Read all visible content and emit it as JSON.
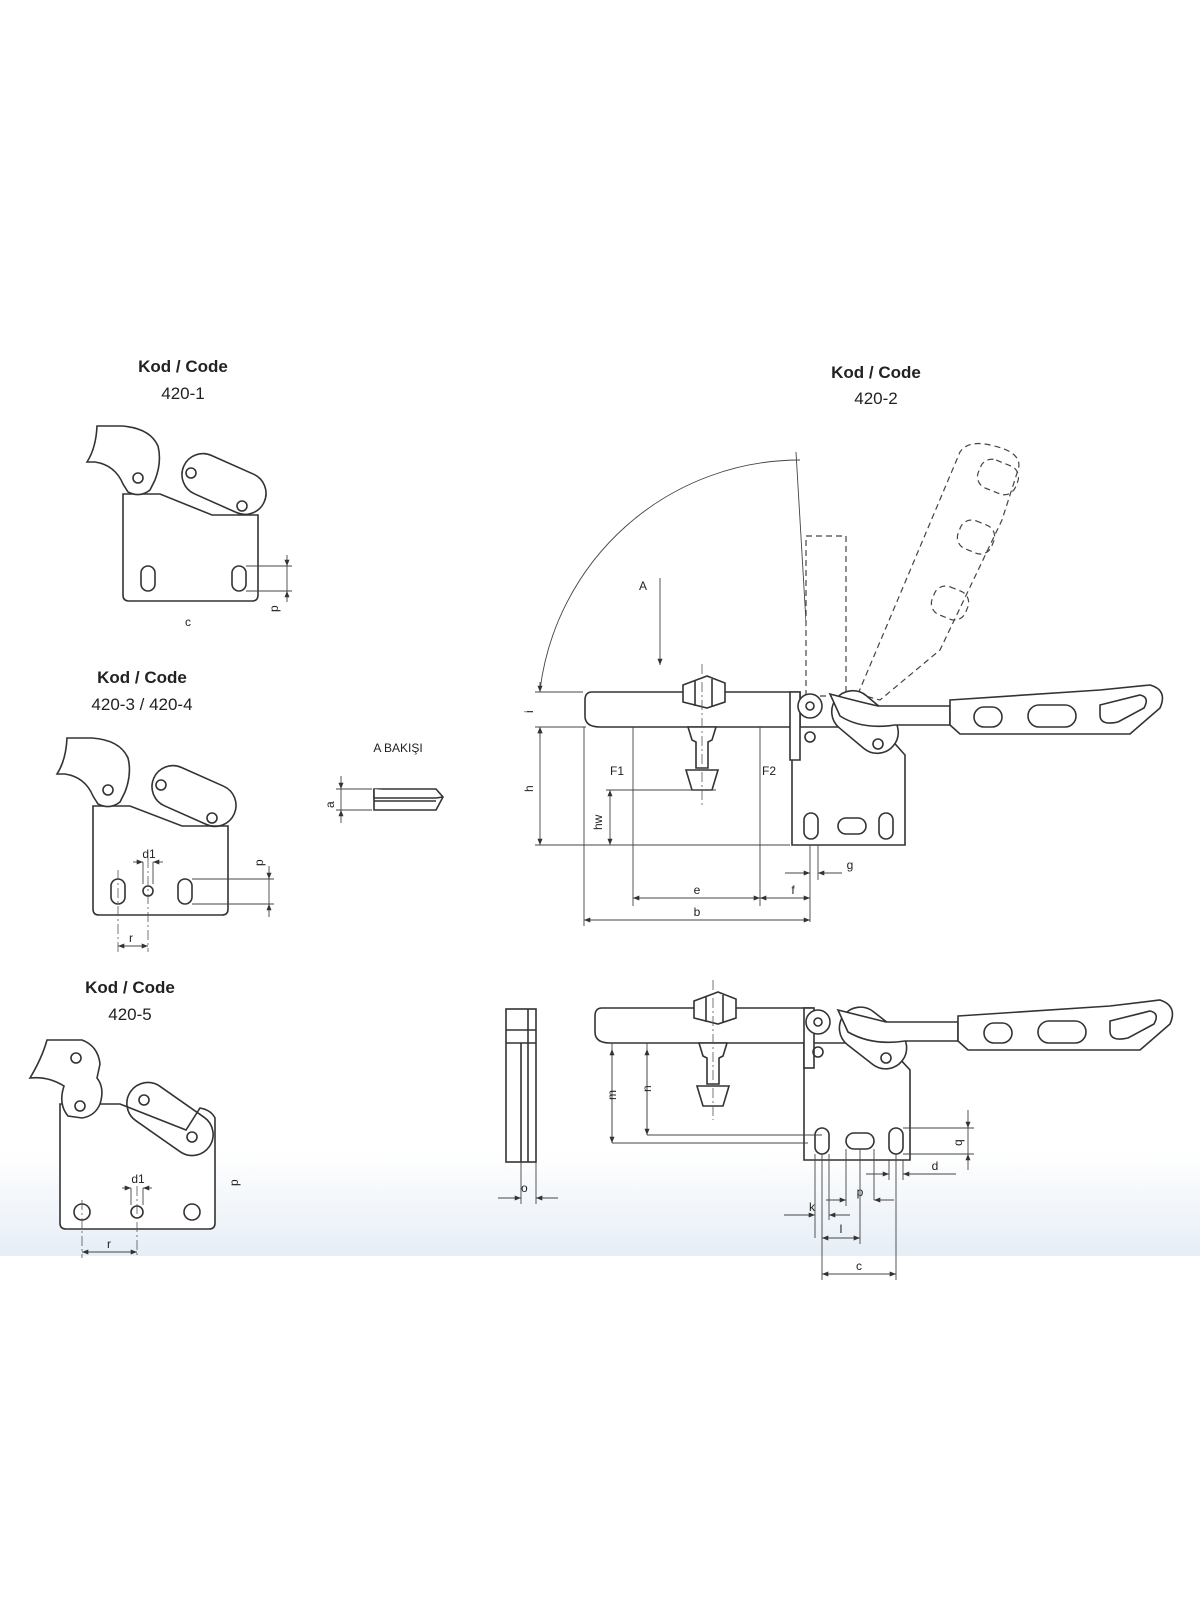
{
  "colors": {
    "line": "#333333",
    "band_top": "#ffffff",
    "band_bottom": "#e3edf6"
  },
  "titles": {
    "c1": {
      "label": "Kod / Code",
      "code": "420-1"
    },
    "c2": {
      "label": "Kod / Code",
      "code": "420-2"
    },
    "c3": {
      "label": "Kod / Code",
      "code": "420-3 / 420-4"
    },
    "c5": {
      "label": "Kod / Code",
      "code": "420-5"
    }
  },
  "view_label": "A BAKIŞI",
  "arrow_label": "A",
  "dims": {
    "c": "c",
    "p": "p",
    "d1": "d1",
    "r": "r",
    "a": "a",
    "i": "i",
    "h": "h",
    "hw": "hw",
    "F1": "F1",
    "F2": "F2",
    "e": "e",
    "f": "f",
    "g": "g",
    "b": "b",
    "m": "m",
    "n": "n",
    "q": "q",
    "d": "d",
    "k": "k",
    "l": "l",
    "o": "o"
  }
}
